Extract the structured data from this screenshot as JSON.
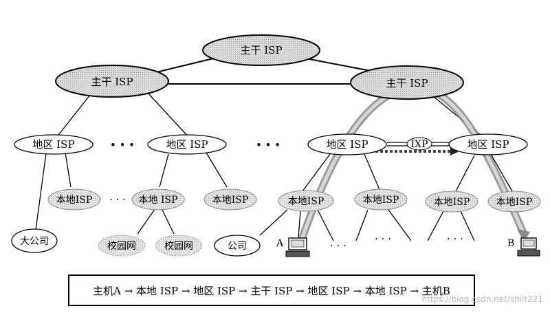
{
  "nodes": {
    "backbone_top": "主干 ISP",
    "backbone_left": "主干 ISP",
    "backbone_right": "主干 ISP",
    "regional_1": "地区 ISP",
    "regional_2": "地区 ISP",
    "regional_3": "地区 ISP",
    "regional_4": "地区 ISP",
    "ixp": "IXP",
    "local_1": "本地ISP",
    "local_2": "本地 ISP",
    "local_3": "本地ISP",
    "local_4": "本地ISP",
    "local_5": "本地ISP",
    "local_6": "本地ISP",
    "local_7": "本地ISP",
    "big_company": "大公司",
    "campus_1": "校园网",
    "campus_2": "校园网",
    "company": "公司",
    "host_a": "A",
    "host_b": "B"
  },
  "ellipses": {
    "dots": "• • •",
    "small_dots": "· · ·"
  },
  "path_caption": "主机A → 本地 ISP → 地区 ISP → 主干 ISP → 地区 ISP → 本地 ISP → 主机B",
  "watermark": "https://blog.csdn.net/shilt221"
}
